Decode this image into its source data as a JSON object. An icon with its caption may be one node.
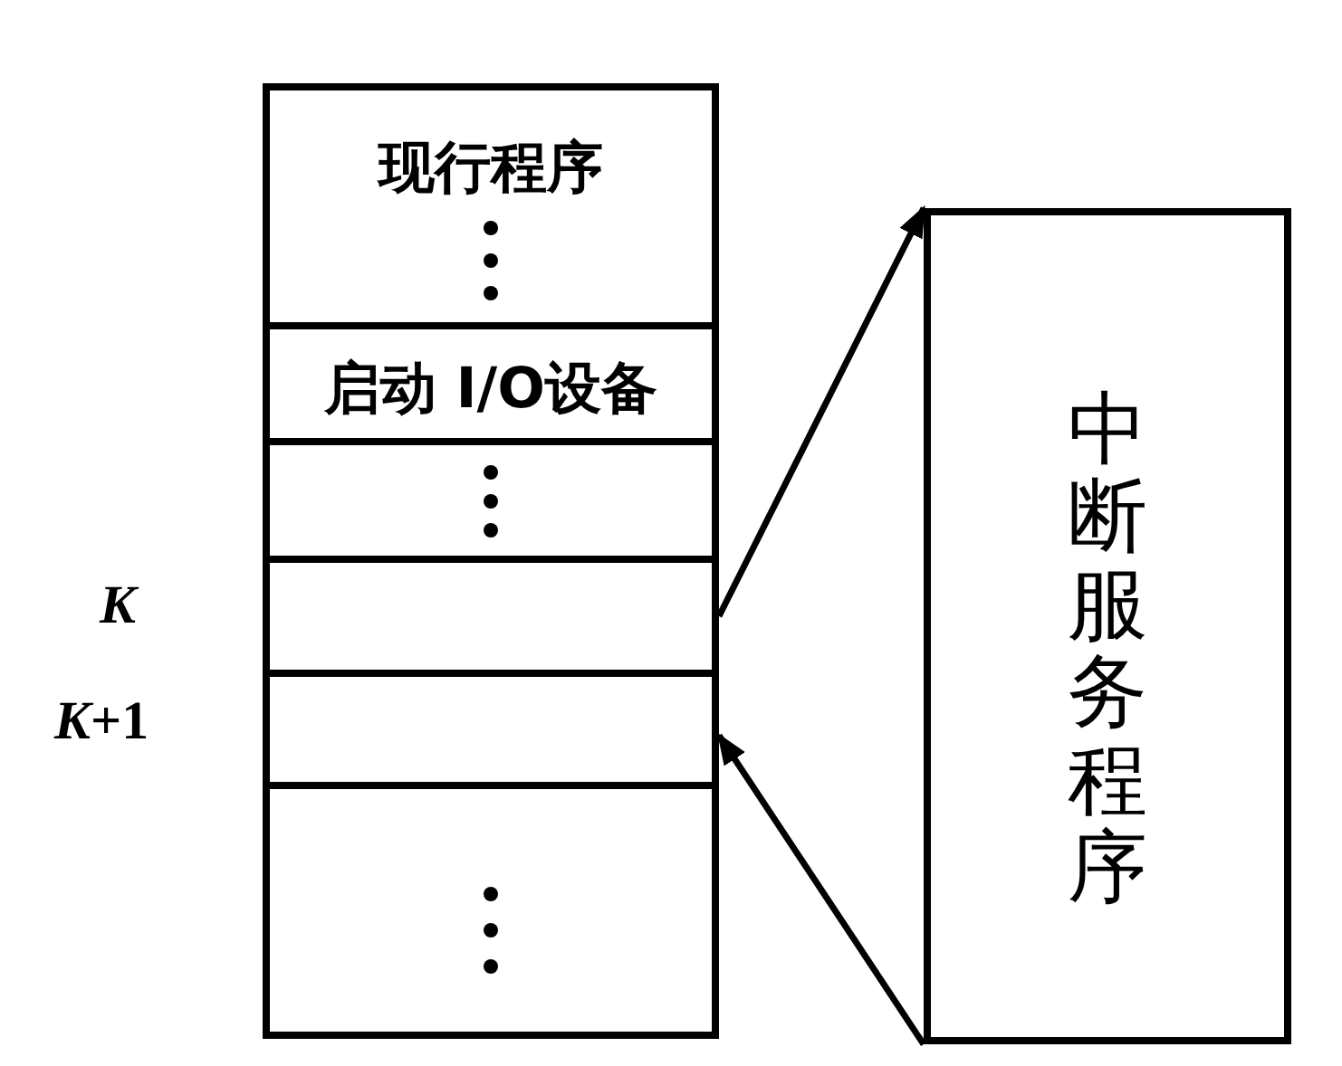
{
  "diagram": {
    "nodes": [
      {
        "text": [
          "现行程序"
        ]
      },
      {
        "text": [
          "启动 I/O设备"
        ]
      },
      {
        "text": [],
        "shape": "box"
      },
      {
        "text": [],
        "shape": "box",
        "beside": [
          "*K*"
        ]
      },
      {
        "text": [],
        "shape": "box",
        "beside": [
          "*K*+1"
        ]
      },
      {
        "text": [],
        "shape": "box"
      },
      {
        "text": [
          "中断服务程序"
        ]
      }
    ],
    "edges": [
      {
        "from": 3,
        "to": 6,
        "arrow": "to"
      },
      {
        "from": 6,
        "to": 4,
        "arrow": "to"
      }
    ]
  }
}
